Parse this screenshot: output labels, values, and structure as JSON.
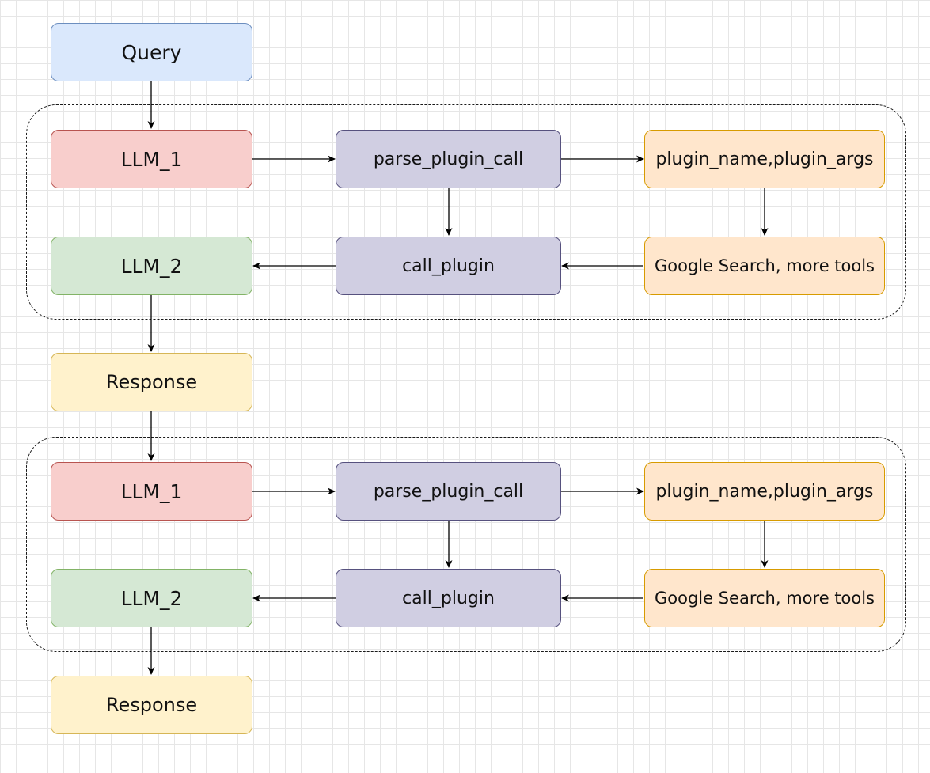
{
  "nodes": {
    "query": "Query",
    "response_1": "Response",
    "response_2": "Response"
  },
  "groups": [
    {
      "llm_1": "LLM_1",
      "parse_plugin_call": "parse_plugin_call",
      "plugin_args": "plugin_name,plugin_args",
      "tools": "Google Search, more tools",
      "call_plugin": "call_plugin",
      "llm_2": "LLM_2"
    },
    {
      "llm_1": "LLM_1",
      "parse_plugin_call": "parse_plugin_call",
      "plugin_args": "plugin_name,plugin_args",
      "tools": "Google Search, more tools",
      "call_plugin": "call_plugin",
      "llm_2": "LLM_2"
    }
  ],
  "colors": {
    "query": "#dae8fc",
    "llm_1": "#f8cecc",
    "parse_and_call": "#d0cee2",
    "plugin_and_tools": "#ffe6cc",
    "llm_2": "#d5e8d4",
    "response": "#fff2cc"
  }
}
